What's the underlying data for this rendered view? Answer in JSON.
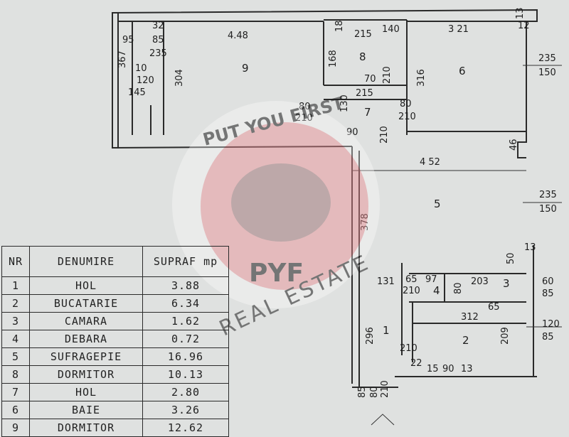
{
  "plan": {
    "room_numbers": {
      "r9": "9",
      "r8": "8",
      "r7": "7",
      "r6": "6",
      "r5": "5",
      "r4": "4",
      "r3": "3",
      "r2": "2",
      "r1": "1"
    },
    "dimensions": {
      "d_95": "95",
      "d_32": "32",
      "d_85": "85",
      "d_448": "4.48",
      "d_367": "367",
      "d_235a": "235",
      "d_10": "10",
      "d_120a": "120",
      "d_145": "145",
      "d_304": "304",
      "d_18": "18",
      "d_215a": "215",
      "d_140": "140",
      "d_168": "168",
      "d_321": "3 21",
      "d_13a": "13",
      "d_12": "12",
      "d_235b": "235",
      "d_150a": "150",
      "d_316": "316",
      "d_170": "70",
      "d_210a": "210",
      "d_215b": "215",
      "d_80a": "80",
      "d_130": "130",
      "d_80b": "80",
      "d_210b": "210",
      "d_210c": "210",
      "d_90a": "90",
      "d_210d": "210",
      "d_452": "4 52",
      "d_46": "46",
      "d_378": "378",
      "d_235c": "235",
      "d_150b": "150",
      "d_50": "50",
      "d_13b": "13",
      "d_60": "60",
      "d_85b": "85",
      "d_203": "203",
      "d_65a": "65",
      "d_97": "97",
      "d_131": "131",
      "d_80c": "80",
      "d_210e": "210",
      "d_312": "312",
      "d_65b": "65",
      "d_120b": "120",
      "d_85c": "85",
      "d_296": "296",
      "d_209": "209",
      "d_210f": "210",
      "d_22": "22",
      "d_15": "15",
      "d_90b": "90",
      "d_13c": "13",
      "d_210g": "210",
      "d_80d": "80",
      "d_85d": "85"
    },
    "watermark": {
      "top_text": "PUT YOU FIRST",
      "brand": "PYF",
      "bottom_text": "REAL ESTATE",
      "color": "#e0525a"
    }
  },
  "legend": {
    "headers": {
      "nr": "NR",
      "name": "DENUMIRE",
      "area": "SUPRAF mp"
    },
    "rows": [
      {
        "nr": "1",
        "name": "HOL",
        "area": "3.88"
      },
      {
        "nr": "2",
        "name": "BUCATARIE",
        "area": "6.34"
      },
      {
        "nr": "3",
        "name": "CAMARA",
        "area": "1.62"
      },
      {
        "nr": "4",
        "name": "DEBARA",
        "area": "0.72"
      },
      {
        "nr": "5",
        "name": "SUFRAGEPIE",
        "area": "16.96"
      },
      {
        "nr": "8",
        "name": "DORMITOR",
        "area": "10.13"
      },
      {
        "nr": "7",
        "name": "HOL",
        "area": "2.80"
      },
      {
        "nr": "6",
        "name": "BAIE",
        "area": "3.26"
      },
      {
        "nr": "9",
        "name": "DORMITOR",
        "area": "12.62"
      }
    ]
  }
}
